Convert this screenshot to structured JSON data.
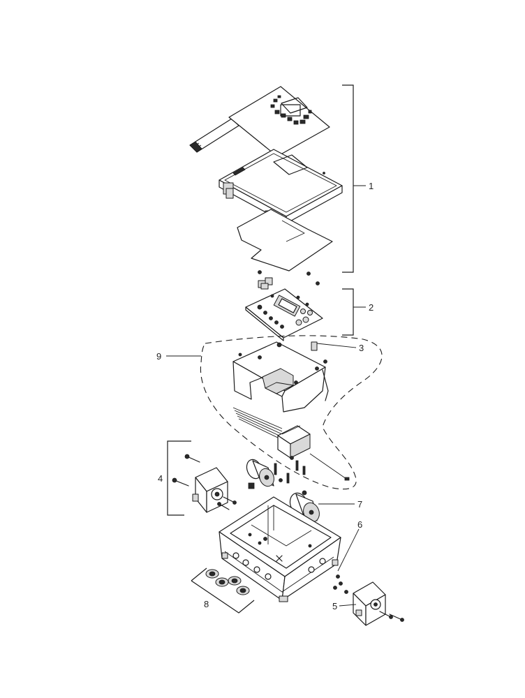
{
  "callouts": [
    {
      "id": "1",
      "label": "1"
    },
    {
      "id": "2",
      "label": "2"
    },
    {
      "id": "3",
      "label": "3"
    },
    {
      "id": "4",
      "label": "4"
    },
    {
      "id": "5",
      "label": "5"
    },
    {
      "id": "6",
      "label": "6"
    },
    {
      "id": "7",
      "label": "7"
    },
    {
      "id": "8",
      "label": "8"
    },
    {
      "id": "9",
      "label": "9"
    }
  ],
  "colors": {
    "line": "#1a1a1a",
    "shade": "#d9d9d9",
    "dark": "#2a2a2a",
    "background": "#ffffff"
  }
}
